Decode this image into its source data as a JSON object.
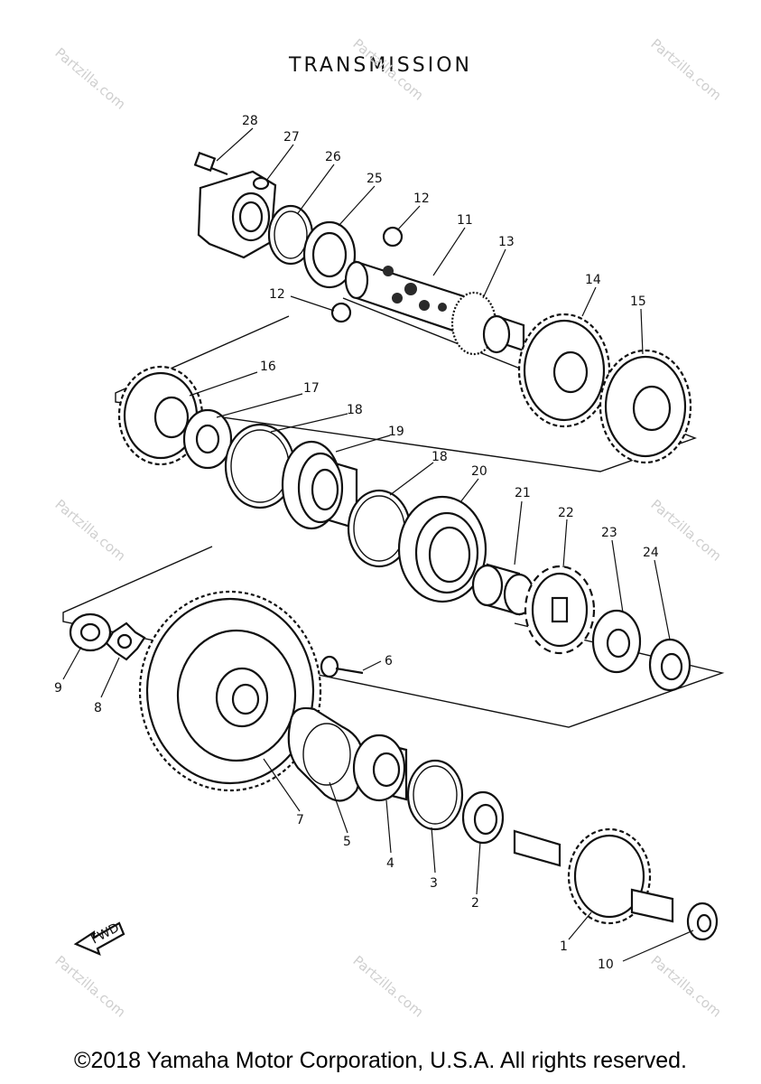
{
  "title": "TRANSMISSION",
  "copyright": "©2018 Yamaha Motor Corporation, U.S.A. All rights reserved.",
  "watermark": "Partzilla.com",
  "fwd_label": "FWD",
  "labels": {
    "p1": "1",
    "p2": "2",
    "p3": "3",
    "p4": "4",
    "p5": "5",
    "p6": "6",
    "p7": "7",
    "p8": "8",
    "p9": "9",
    "p10": "10",
    "p11": "11",
    "p12a": "12",
    "p12b": "12",
    "p13": "13",
    "p14": "14",
    "p15": "15",
    "p16": "16",
    "p17": "17",
    "p18a": "18",
    "p18b": "18",
    "p19": "19",
    "p20": "20",
    "p21": "21",
    "p22": "22",
    "p23": "23",
    "p24": "24",
    "p25": "25",
    "p26": "26",
    "p27": "27",
    "p28": "28"
  }
}
